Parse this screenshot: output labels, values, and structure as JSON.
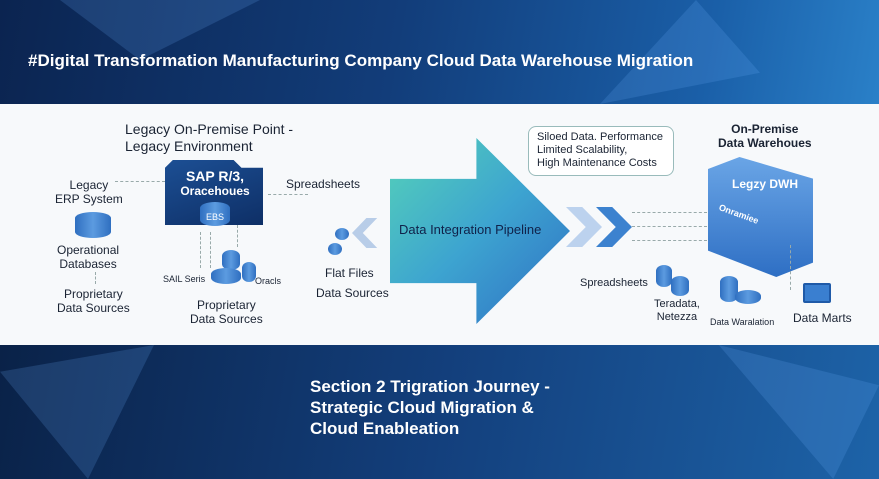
{
  "header": {
    "title": "#Digital Transformation Manufacturing Company Cloud Data Warehouse Migration"
  },
  "legacy": {
    "heading_line1": "Legacy On-Premise Point -",
    "heading_line2": "Legacy Environment",
    "erp_label_line1": "Legacy",
    "erp_label_line2": "ERP System",
    "sap_line1": "SAP R/3,",
    "sap_line2": "Oracehoues",
    "ebs": "EBS",
    "operational_line1": "Operational",
    "operational_line2": "Databases",
    "proprietary_left_line1": "Proprietary",
    "proprietary_left_line2": "Data Sources",
    "sail": "SAIL Seris",
    "oracls": "Oracls",
    "proprietary_center_line1": "Proprietary",
    "proprietary_center_line2": "Data Sources",
    "spreadsheets": "Spreadsheets",
    "flat_files": "Flat Files",
    "data_sources": "Data Sources"
  },
  "pipeline": {
    "label": "Data Integration Pipeline"
  },
  "callout": {
    "line1": "Siloed Data. Performance",
    "line2": "Limited Scalability,",
    "line3": "High Maintenance Costs"
  },
  "warehouse": {
    "heading_line1": "On-Premise",
    "heading_line2": "Data Warehoues",
    "cube_label": "Legzy DWH",
    "cube_sub": "Onramiee",
    "spreadsheets": "Spreadsheets",
    "teradata_line1": "Teradata,",
    "teradata_line2": "Netezza",
    "data_waralation": "Data Waralation",
    "data_marts": "Data Marts"
  },
  "section": {
    "line1": "Section 2 Trigration Journey -",
    "line2": "Strategic Cloud Migration &",
    "line3": "Cloud Enableation"
  }
}
